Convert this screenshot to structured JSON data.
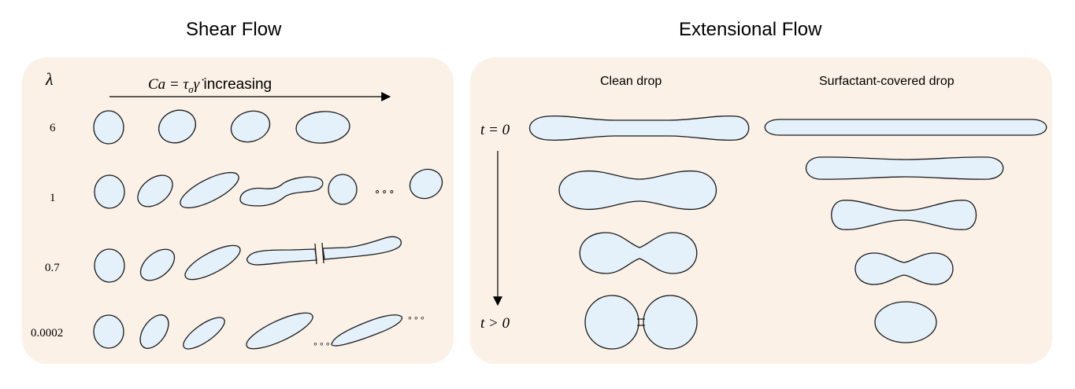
{
  "titles": {
    "shear": "Shear Flow",
    "extensional": "Extensional Flow"
  },
  "shear": {
    "lambda_symbol": "λ",
    "ca_prefix": "Ca = τ",
    "ca_sub": "σ",
    "ca_gamma": "γ̇",
    "ca_suffix": " increasing",
    "rows": [
      "6",
      "1",
      "0.7",
      "0.0002"
    ],
    "ellipsis": "∘∘∘",
    "ellipsis_small": "∘∘∘",
    "ellipsis_tail": "∘∘∘"
  },
  "extensional": {
    "col_clean": "Clean drop",
    "col_surfactant": "Surfactant-covered drop",
    "t_start": "t = 0",
    "t_end": "t > 0"
  },
  "colors": {
    "panel": "#fbf1e6",
    "drop_fill": "#e4f1fb",
    "stroke": "#1a1a1a"
  }
}
